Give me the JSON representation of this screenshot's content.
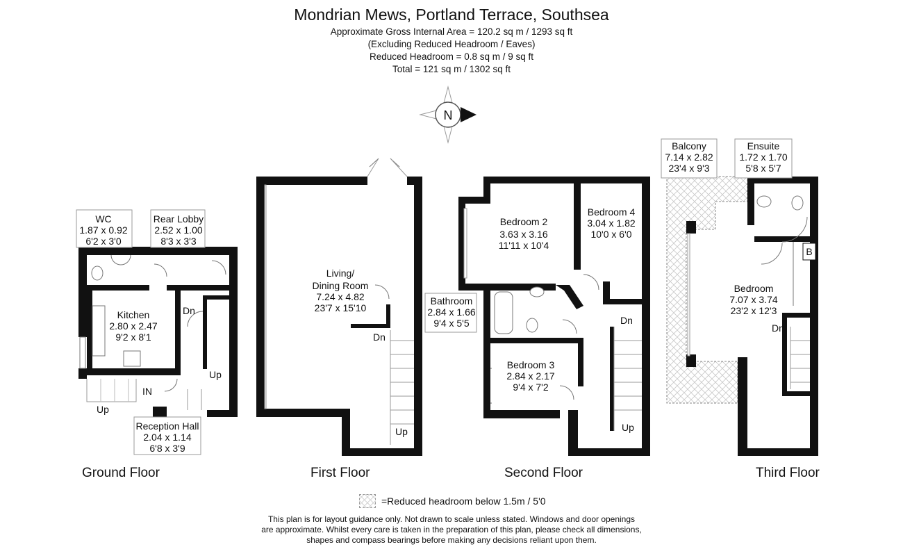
{
  "header": {
    "title": "Mondrian Mews, Portland Terrace, Southsea",
    "area_lines": [
      "Approximate Gross Internal Area = 120.2 sq m / 1293 sq ft",
      "(Excluding Reduced Headroom / Eaves)",
      "Reduced Headroom = 0.8 sq m / 9 sq ft",
      "Total = 121 sq m / 1302 sq ft"
    ]
  },
  "compass": {
    "letter": "N"
  },
  "floors": {
    "ground": {
      "label": "Ground Floor",
      "rooms": {
        "wc": [
          "WC",
          "1.87 x 0.92",
          "6'2 x 3'0"
        ],
        "rear_lobby": [
          "Rear Lobby",
          "2.52 x 1.00",
          "8'3 x 3'3"
        ],
        "kitchen": [
          "Kitchen",
          "2.80 x 2.47",
          "9'2 x 8'1"
        ],
        "reception_hall": [
          "Reception Hall",
          "2.04 x 1.14",
          "6'8 x 3'9"
        ]
      },
      "markers": {
        "dn": "Dn",
        "up_stair": "Up",
        "in": "IN",
        "up_outside": "Up"
      }
    },
    "first": {
      "label": "First Floor",
      "rooms": {
        "living": [
          "Living/",
          "Dining Room",
          "7.24 x 4.82",
          "23'7 x 15'10"
        ]
      },
      "markers": {
        "dn": "Dn",
        "up": "Up"
      }
    },
    "second": {
      "label": "Second Floor",
      "rooms": {
        "bedroom2": [
          "Bedroom 2",
          "3.63 x 3.16",
          "11'11 x 10'4"
        ],
        "bedroom4": [
          "Bedroom 4",
          "3.04 x 1.82",
          "10'0 x 6'0"
        ],
        "bathroom": [
          "Bathroom",
          "2.84 x 1.66",
          "9'4 x 5'5"
        ],
        "bedroom3": [
          "Bedroom 3",
          "2.84 x 2.17",
          "9'4 x 7'2"
        ]
      },
      "markers": {
        "dn": "Dn",
        "up": "Up"
      }
    },
    "third": {
      "label": "Third Floor",
      "rooms": {
        "balcony": [
          "Balcony",
          "7.14 x 2.82",
          "23'4 x 9'3"
        ],
        "ensuite": [
          "Ensuite",
          "1.72 x 1.70",
          "5'8 x 5'7"
        ],
        "bedroom": [
          "Bedroom",
          "7.07 x 3.74",
          "23'2 x 12'3"
        ]
      },
      "markers": {
        "b": "B",
        "dn": "Dn"
      }
    }
  },
  "legend": {
    "text": "=Reduced headroom below 1.5m / 5'0"
  },
  "disclaimer": [
    "This plan is for layout guidance only. Not drawn to scale unless stated. Windows and door openings",
    "are approximate. Whilst every care is taken in the preparation of this plan, please check all dimensions,",
    "shapes and compass bearings before making any decisions reliant upon them."
  ],
  "colors": {
    "wall": "#111111",
    "hatch": "#cfcfcf",
    "background": "#ffffff"
  }
}
